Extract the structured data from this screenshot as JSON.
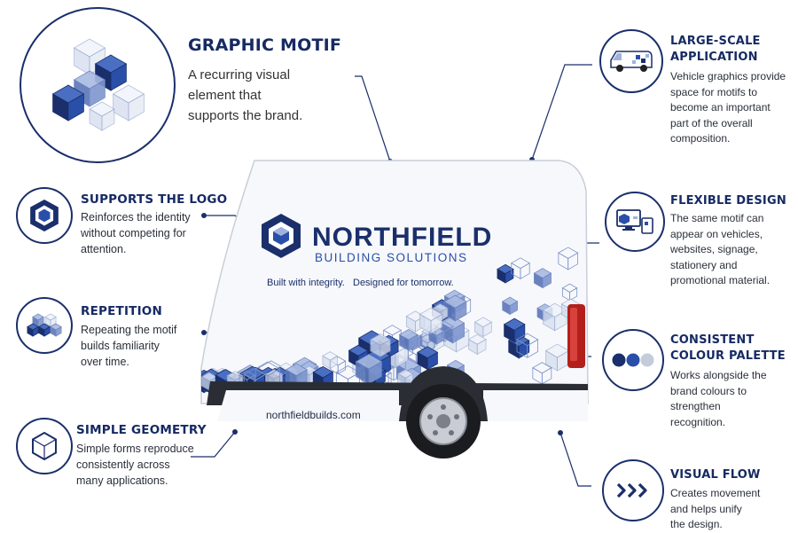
{
  "colors": {
    "navy": "#1a2f6b",
    "brand_blue": "#2a4fa8",
    "light_blue": "#b7c5e6",
    "pale": "#e4eaf6",
    "tail_red": "#b3201c"
  },
  "graphic_motif": {
    "title": "GRAPHIC MOTIF",
    "body_lines": [
      "A recurring visual",
      "element that",
      "supports the brand."
    ],
    "icon": "cube-cluster-icon"
  },
  "van": {
    "brand_name": "NORTHFIELD",
    "brand_sub": "BUILDING SOLUTIONS",
    "tagline": "Built with integrity.   Designed for tomorrow.",
    "website": "northfieldbuilds.com"
  },
  "left_items": [
    {
      "title": "SUPPORTS THE LOGO",
      "lines": [
        "Reinforces the identity",
        "without competing for",
        "attention."
      ],
      "icon": "logo-hexagon-icon"
    },
    {
      "title": "REPETITION",
      "lines": [
        "Repeating the motif",
        "builds familiarity",
        "over time."
      ],
      "icon": "repeated-cubes-icon"
    },
    {
      "title": "SIMPLE GEOMETRY",
      "lines": [
        "Simple forms reproduce",
        "consistently across",
        "many applications."
      ],
      "icon": "hexagon-outline-icon"
    }
  ],
  "right_items": [
    {
      "title_lines": [
        "LARGE-SCALE",
        "APPLICATION"
      ],
      "lines": [
        "Vehicle graphics provide",
        "space for motifs to",
        "become an important",
        "part of the overall",
        "composition."
      ],
      "icon": "van-icon"
    },
    {
      "title_lines": [
        "FLEXIBLE DESIGN"
      ],
      "lines": [
        "The same motif can",
        "appear on vehicles,",
        "websites, signage,",
        "stationery and",
        "promotional material."
      ],
      "icon": "devices-icon"
    },
    {
      "title_lines": [
        "CONSISTENT",
        "COLOUR PALETTE"
      ],
      "lines": [
        "Works alongside the",
        "brand colours to",
        "strengthen",
        "recognition."
      ],
      "icon": "colour-dots-icon"
    },
    {
      "title_lines": [
        "VISUAL FLOW"
      ],
      "lines": [
        "Creates movement",
        "and helps unify",
        "the design."
      ],
      "icon": "chevrons-right-icon"
    }
  ]
}
